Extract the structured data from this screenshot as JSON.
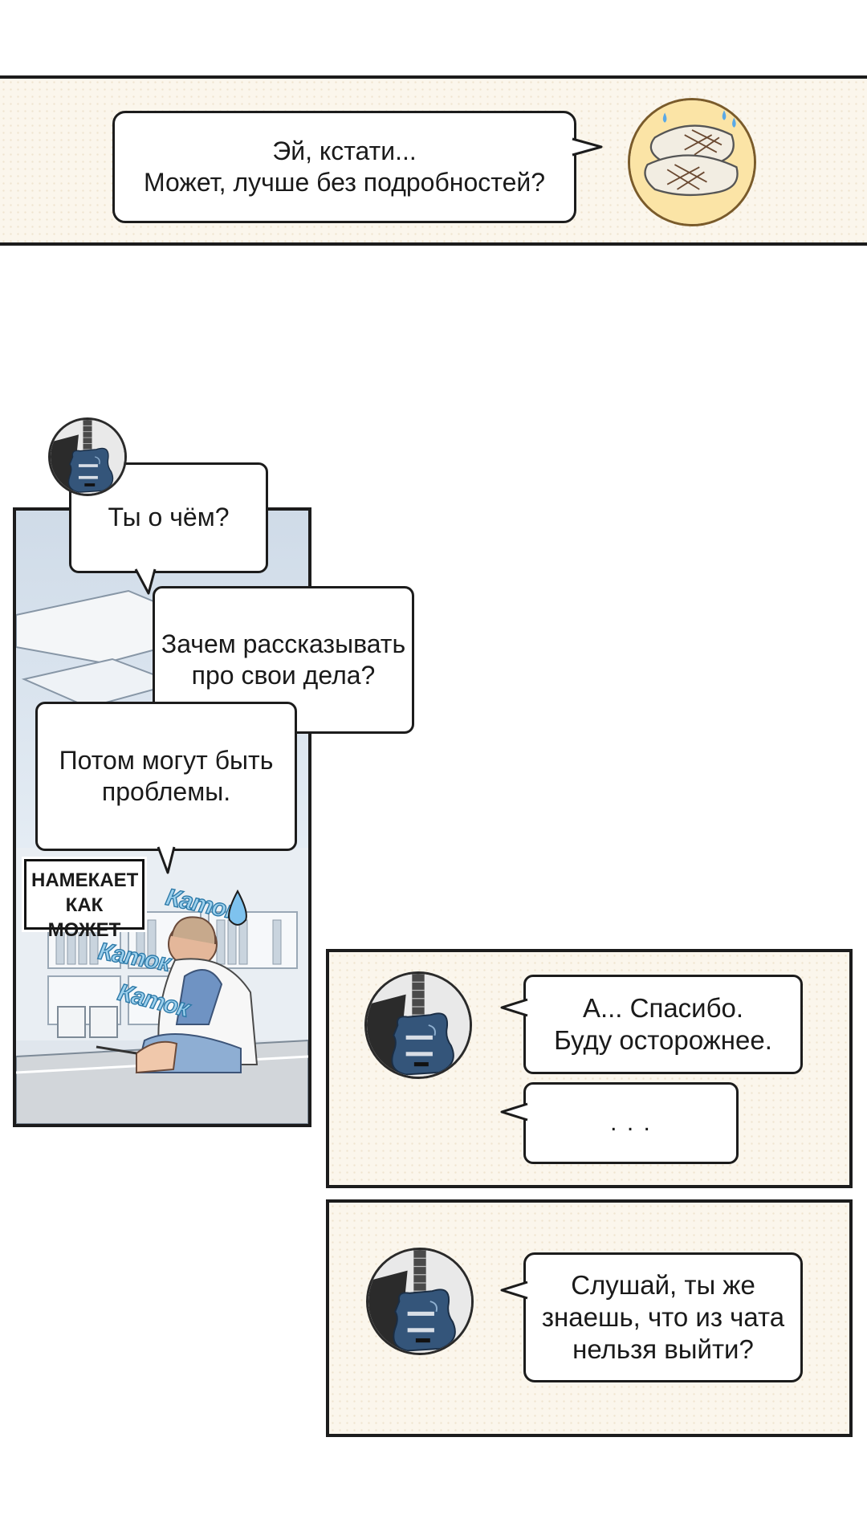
{
  "panel1": {
    "bubble": "Эй, кстати...\nМожет, лучше без подробностей?",
    "avatar_icon": "dumplings-icon"
  },
  "panel2": {
    "avatar_icon": "guitar-icon",
    "bubble_top": "Ты о чём?",
    "bubble_middle": "Зачем рассказывать\nпро свои дела?",
    "bubble_bottom": "Потом могут быть\nпроблемы.",
    "caption": "НАМЕКАЕТ\nКАК МОЖЕТ",
    "sfx": [
      "Каток",
      "Каток",
      "Каток"
    ]
  },
  "panel3": {
    "avatar_icon": "guitar-icon",
    "bubble_1": "А... Спасибо.\nБуду осторожнее.",
    "bubble_2": ". . ."
  },
  "panel4": {
    "avatar_icon": "guitar-icon",
    "bubble": "Слушай, ты же\nзнаешь, что из чата\nнельзя выйти?"
  },
  "colors": {
    "panel_background": "#fbf6ec",
    "border": "#1c1c1c",
    "sfx": "#9fd2ee",
    "guitar_body": "#34557a"
  }
}
